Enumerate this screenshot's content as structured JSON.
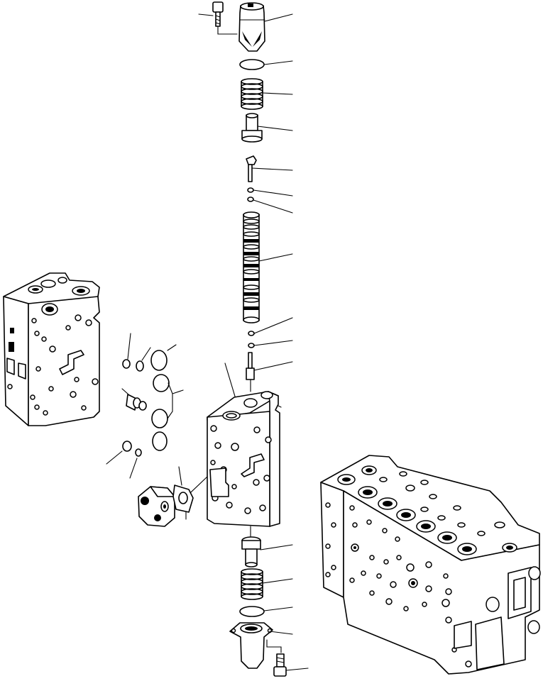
{
  "figure": {
    "kind": "exploded-parts-diagram",
    "labels_printed": "none",
    "parts": [
      {
        "id": "bolt-top",
        "icon": "bolt-icon"
      },
      {
        "id": "plug-top",
        "icon": "valve-plug-icon"
      },
      {
        "id": "o-ring-top",
        "icon": "o-ring-icon"
      },
      {
        "id": "spring-top",
        "icon": "coil-spring-icon"
      },
      {
        "id": "retainer-top",
        "icon": "spring-retainer-icon"
      },
      {
        "id": "stopper",
        "icon": "stopper-icon"
      },
      {
        "id": "ring-a",
        "icon": "small-ring-icon"
      },
      {
        "id": "ring-b",
        "icon": "small-ring-icon"
      },
      {
        "id": "spool",
        "icon": "spool-icon"
      },
      {
        "id": "ring-c",
        "icon": "small-ring-icon"
      },
      {
        "id": "ring-d",
        "icon": "small-ring-icon"
      },
      {
        "id": "pin",
        "icon": "pin-icon"
      },
      {
        "id": "valve-section",
        "icon": "valve-block-icon"
      },
      {
        "id": "retainer-bottom",
        "icon": "spring-retainer-icon"
      },
      {
        "id": "spring-bottom",
        "icon": "coil-spring-icon"
      },
      {
        "id": "o-ring-bottom",
        "icon": "o-ring-icon"
      },
      {
        "id": "cap-bottom",
        "icon": "valve-cap-icon"
      },
      {
        "id": "bolt-bottom",
        "icon": "bolt-icon"
      },
      {
        "id": "cover-flange",
        "icon": "flange-cover-icon"
      },
      {
        "id": "gasket",
        "icon": "gasket-icon"
      },
      {
        "id": "seal-rings-left",
        "icon": "o-ring-icon"
      },
      {
        "id": "reference-block-left",
        "icon": "valve-block-icon"
      },
      {
        "id": "reference-assembly-right",
        "icon": "control-valve-assembly-icon"
      }
    ]
  }
}
